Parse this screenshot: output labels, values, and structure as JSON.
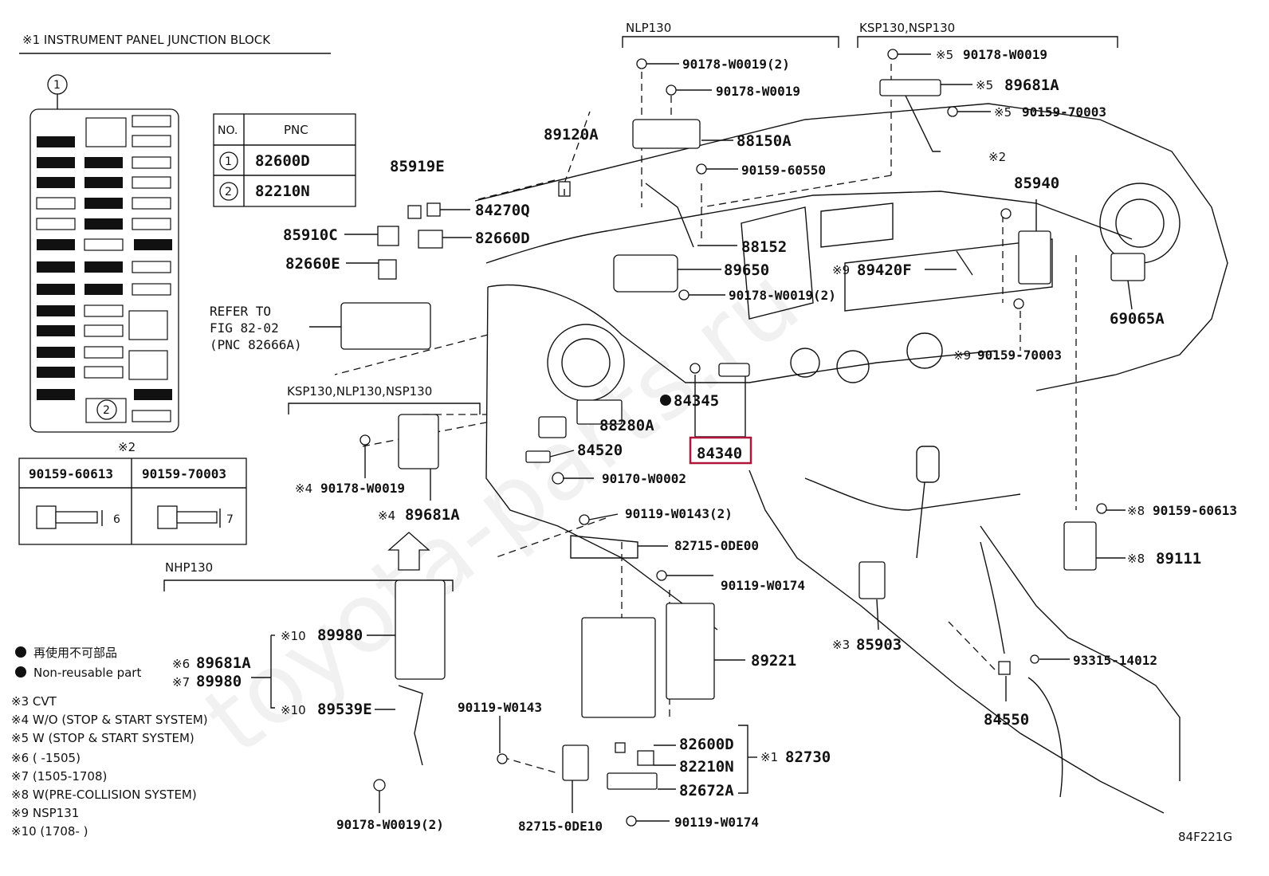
{
  "watermark": "toyota-parts.ru",
  "figure_code": "84F221G",
  "junction_block": {
    "title": "※1 INSTRUMENT PANEL JUNCTION BLOCK",
    "callout1": "1",
    "callout2": "2",
    "table_header_no": "NO.",
    "table_header_pnc": "PNC",
    "rows": [
      {
        "no": "1",
        "pnc": "82600D"
      },
      {
        "no": "2",
        "pnc": "82210N"
      }
    ]
  },
  "bolt_table": {
    "mark": "※2",
    "col1": "90159-60613",
    "col2": "90159-70003",
    "dim1": "6",
    "dim2": "7"
  },
  "groups": {
    "nlp130": "NLP130",
    "ksp_nsp": "KSP130,NSP130",
    "ksp_nlp_nsp": "KSP130,NLP130,NSP130",
    "nhp130": "NHP130"
  },
  "refer": {
    "line1": "REFER TO",
    "line2": "FIG 82-02",
    "line3": "(PNC 82666A)"
  },
  "parts": {
    "p89120A": "89120A",
    "p85919E": "85919E",
    "p84270Q": "84270Q",
    "p85910C": "85910C",
    "p82660D": "82660D",
    "p82660E": "82660E",
    "p90178W0019_2_top": "90178-W0019(2)",
    "p90178W0019_top": "90178-W0019",
    "p88150A": "88150A",
    "p90159_60550": "90159-60550",
    "p88152": "88152",
    "p89650": "89650",
    "p90178W0019_2_mid": "90178-W0019(2)",
    "p90178W0019_ksp": "90178-W0019",
    "p89681A_ksp": "89681A",
    "p90159_70003_ksp": "90159-70003",
    "mark5a": "※5",
    "mark5b": "※5",
    "mark5c": "※5",
    "mark2": "※2",
    "p85940": "85940",
    "mark9a": "※9",
    "p89420F": "89420F",
    "p69065A": "69065A",
    "mark9b": "※9",
    "p90159_70003_r": "90159-70003",
    "p84345": "84345",
    "p88280A": "88280A",
    "p84340": "84340",
    "p84520": "84520",
    "p90170W0002": "90170-W0002",
    "mark4a": "※4",
    "p90178W0019_4": "90178-W0019",
    "mark4b": "※4",
    "p89681A_4": "89681A",
    "p90119W0143_2": "90119-W0143(2)",
    "p82715_0DE00": "82715-0DE00",
    "p90119W0174_a": "90119-W0174",
    "mark8a": "※8",
    "p90159_60613": "90159-60613",
    "mark8b": "※8",
    "p89111": "89111",
    "mark10a": "※10",
    "p89980_10": "89980",
    "mark6": "※6",
    "p89681A_6": "89681A",
    "mark7": "※7",
    "p89980_7": "89980",
    "mark10b": "※10",
    "p89539E": "89539E",
    "p89221": "89221",
    "mark3": "※3",
    "p85903": "85903",
    "p93315": "93315-14012",
    "p84550": "84550",
    "p90119W0143": "90119-W0143",
    "p82600D": "82600D",
    "p82210N": "82210N",
    "p82672A": "82672A",
    "mark1": "※1",
    "p82730": "82730",
    "p90178W0019_2_bot": "90178-W0019(2)",
    "p82715_0DE10": "82715-0DE10",
    "p90119W0174_b": "90119-W0174"
  },
  "legend": {
    "reuse_jp": "再使用不可部品",
    "reuse_en": "Non-reusable part",
    "n3": "※3 CVT",
    "n4": "※4 W/O (STOP & START SYSTEM)",
    "n5": "※5 W (STOP & START SYSTEM)",
    "n6": "※6 (      -1505)",
    "n7": "※7 (1505-1708)",
    "n8": "※8 W(PRE-COLLISION SYSTEM)",
    "n9": "※9 NSP131",
    "n10": "※10 (1708-       )"
  },
  "highlight": {
    "part": "84340",
    "color": "#b0163a"
  }
}
